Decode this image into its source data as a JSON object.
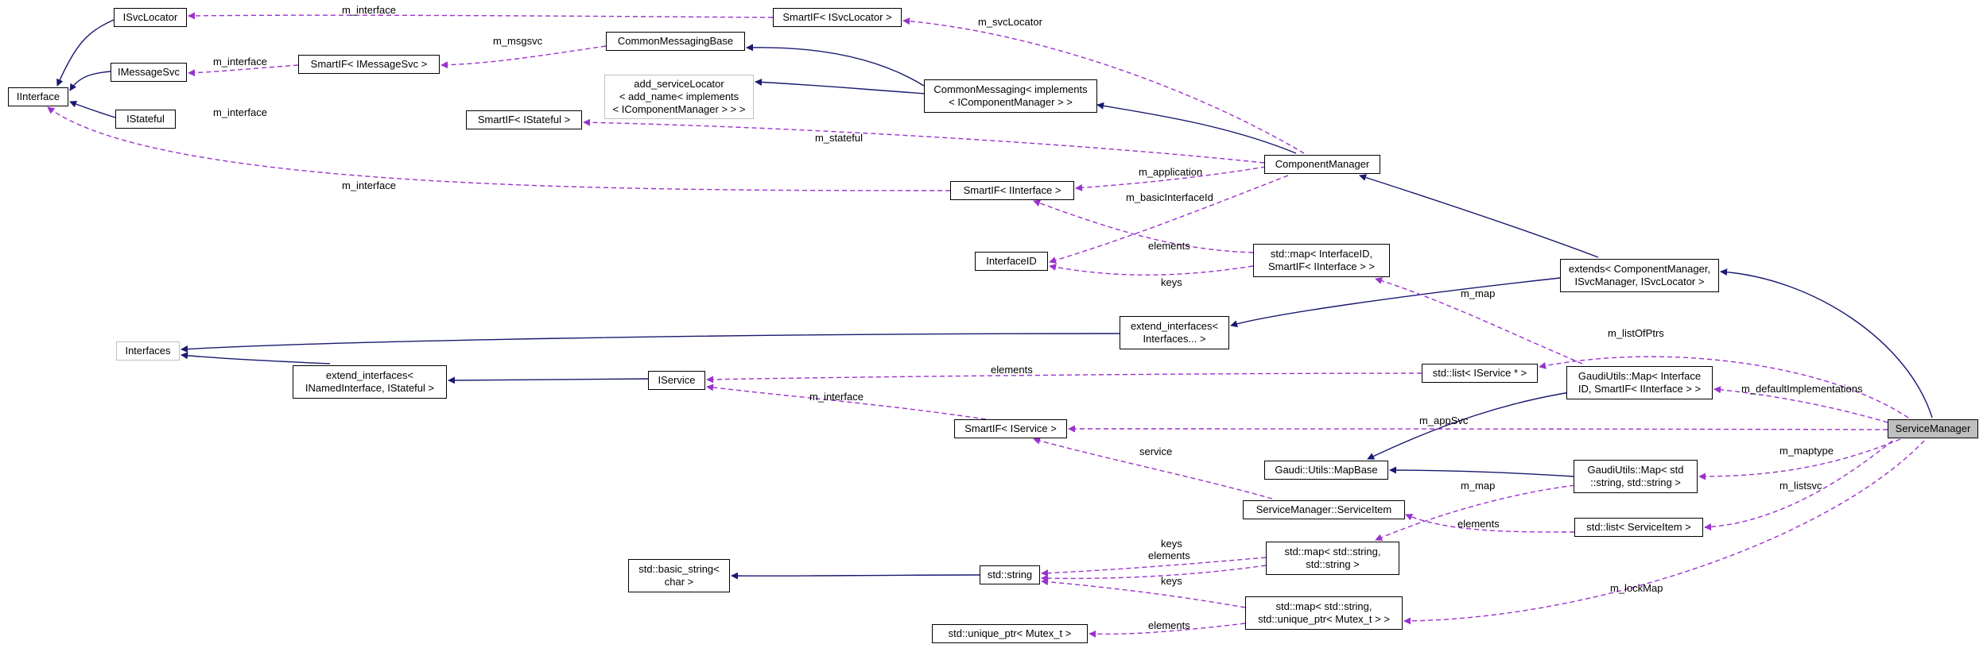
{
  "diagram": {
    "nodes": [
      {
        "id": "ISvcLocator",
        "lines": [
          "ISvcLocator"
        ]
      },
      {
        "id": "SmartIF_ISvcLocator",
        "lines": [
          "SmartIF< ISvcLocator >"
        ]
      },
      {
        "id": "IMessageSvc",
        "lines": [
          "IMessageSvc"
        ]
      },
      {
        "id": "SmartIF_IMessageSvc",
        "lines": [
          "SmartIF< IMessageSvc >"
        ]
      },
      {
        "id": "CommonMessagingBase",
        "lines": [
          "CommonMessagingBase"
        ]
      },
      {
        "id": "IInterface",
        "lines": [
          "IInterface"
        ]
      },
      {
        "id": "add_serviceLocator",
        "lines": [
          "add_serviceLocator",
          "< add_name< implements",
          "< IComponentManager > > >"
        ]
      },
      {
        "id": "CommonMessaging",
        "lines": [
          "CommonMessaging< implements",
          "< IComponentManager > >"
        ]
      },
      {
        "id": "IStateful",
        "lines": [
          "IStateful"
        ]
      },
      {
        "id": "SmartIF_IStateful",
        "lines": [
          "SmartIF< IStateful >"
        ]
      },
      {
        "id": "ComponentManager",
        "lines": [
          "ComponentManager"
        ]
      },
      {
        "id": "SmartIF_IInterface",
        "lines": [
          "SmartIF< IInterface >"
        ]
      },
      {
        "id": "InterfaceID",
        "lines": [
          "InterfaceID"
        ]
      },
      {
        "id": "std_map_InterfaceID",
        "lines": [
          "std::map< InterfaceID,",
          "SmartIF< IInterface > >"
        ]
      },
      {
        "id": "extends",
        "lines": [
          "extends< ComponentManager,",
          "ISvcManager, ISvcLocator >"
        ]
      },
      {
        "id": "extend_interfaces_Interfaces",
        "lines": [
          "extend_interfaces<",
          "Interfaces... >"
        ]
      },
      {
        "id": "Interfaces",
        "lines": [
          "Interfaces"
        ]
      },
      {
        "id": "extend_interfaces_INamed",
        "lines": [
          "extend_interfaces<",
          "INamedInterface, IStateful >"
        ]
      },
      {
        "id": "IService",
        "lines": [
          "IService"
        ]
      },
      {
        "id": "std_list_IService",
        "lines": [
          "std::list< IService * >"
        ]
      },
      {
        "id": "GaudiUtils_Map_Interface",
        "lines": [
          "GaudiUtils::Map< Interface",
          "ID, SmartIF< IInterface > >"
        ]
      },
      {
        "id": "SmartIF_IService",
        "lines": [
          "SmartIF< IService >"
        ]
      },
      {
        "id": "ServiceManager",
        "lines": [
          "ServiceManager"
        ]
      },
      {
        "id": "Gaudi_Utils_MapBase",
        "lines": [
          "Gaudi::Utils::MapBase"
        ]
      },
      {
        "id": "GaudiUtils_Map_std",
        "lines": [
          "GaudiUtils::Map< std",
          "::string, std::string >"
        ]
      },
      {
        "id": "ServiceItem",
        "lines": [
          "ServiceManager::ServiceItem"
        ]
      },
      {
        "id": "std_list_ServiceItem",
        "lines": [
          "std::list< ServiceItem >"
        ]
      },
      {
        "id": "std_basic_string",
        "lines": [
          "std::basic_string<",
          "char >"
        ]
      },
      {
        "id": "std_string",
        "lines": [
          "std::string"
        ]
      },
      {
        "id": "std_map_string_string",
        "lines": [
          "std::map< std::string,",
          "std::string >"
        ]
      },
      {
        "id": "std_map_string_uptr",
        "lines": [
          "std::map< std::string,",
          "std::unique_ptr< Mutex_t > >"
        ]
      },
      {
        "id": "std_unique_ptr",
        "lines": [
          "std::unique_ptr< Mutex_t >"
        ]
      }
    ],
    "edge_labels": [
      "m_interface",
      "m_interface",
      "m_msgsvc",
      "m_interface",
      "m_svcLocator",
      "m_stateful",
      "m_application",
      "m_interface",
      "m_basicInterfaceId",
      "elements",
      "keys",
      "m_map",
      "m_listOfPtrs",
      "elements",
      "m_defaultImplementations",
      "m_interface",
      "m_appSvc",
      "service",
      "m_maptype",
      "m_map",
      "m_listsvc",
      "elements",
      "keys",
      "elements",
      "keys",
      "m_lockMap",
      "elements"
    ]
  },
  "colors": {
    "inheritance": "#191970",
    "usage": "#9a32cd",
    "node_border": "#000000",
    "node_border_gray": "#bfbfbf",
    "highlight_fill": "#bfbfbf"
  }
}
